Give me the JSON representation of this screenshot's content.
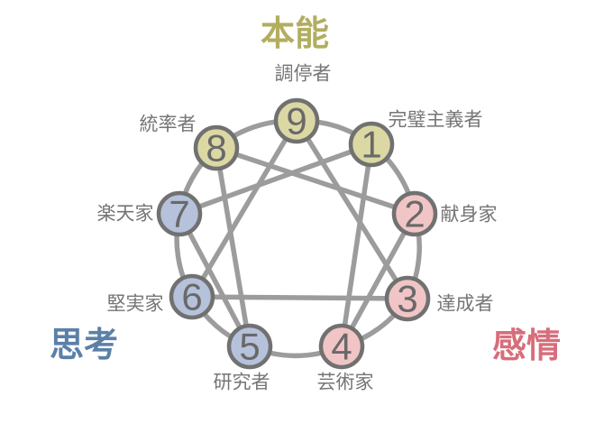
{
  "groups": {
    "instinct": {
      "label": "本能",
      "color": "#b2ae60"
    },
    "thinking": {
      "label": "思考",
      "color": "#5b80a8"
    },
    "feeling": {
      "label": "感情",
      "color": "#d76e7b"
    }
  },
  "nodes": [
    {
      "number": "9",
      "label": "調停者",
      "group": "instinct"
    },
    {
      "number": "1",
      "label": "完璧主義者",
      "group": "instinct"
    },
    {
      "number": "2",
      "label": "献身家",
      "group": "feeling"
    },
    {
      "number": "3",
      "label": "達成者",
      "group": "feeling"
    },
    {
      "number": "4",
      "label": "芸術家",
      "group": "feeling"
    },
    {
      "number": "5",
      "label": "研究者",
      "group": "thinking"
    },
    {
      "number": "6",
      "label": "堅実家",
      "group": "thinking"
    },
    {
      "number": "7",
      "label": "楽天家",
      "group": "thinking"
    },
    {
      "number": "8",
      "label": "統率者",
      "group": "instinct"
    }
  ],
  "connections": {
    "outer_ring": "9-1-2-3-4-5-6-7-8-9",
    "triangle": [
      "9-3",
      "3-6",
      "6-9"
    ],
    "hexad": [
      "1-4",
      "4-2",
      "2-8",
      "8-5",
      "5-7",
      "7-1"
    ]
  },
  "colors": {
    "node_fill_instinct": "#dcd8a3",
    "node_fill_feeling": "#f1c5c6",
    "node_fill_thinking": "#b6c2db",
    "node_border": "#717171",
    "connector_line": "#9c9c9c",
    "node_label_text": "#757575",
    "node_number_text": "#696969",
    "background": "#ffffff"
  }
}
